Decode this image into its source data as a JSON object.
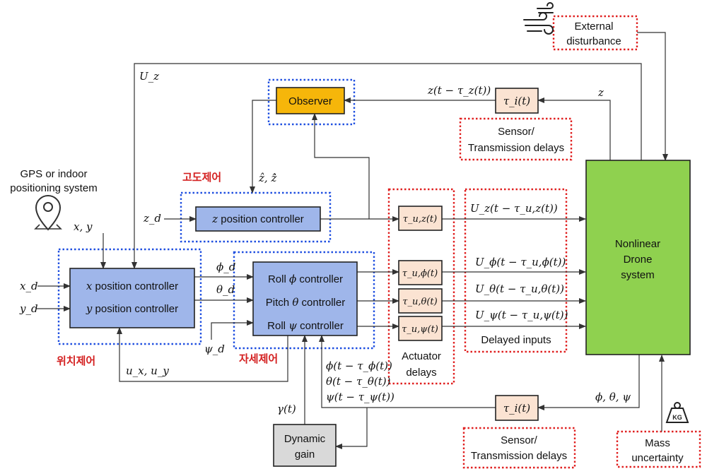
{
  "gps": {
    "line1": "GPS or indoor",
    "line2": "positioning system",
    "signal": "x, y"
  },
  "external": {
    "line1": "External",
    "line2": "disturbance"
  },
  "mass": {
    "line1": "Mass",
    "line2": "uncertainty",
    "kg": "KG"
  },
  "sensor_top": {
    "line1": "Sensor/",
    "line2": "Transmission delays"
  },
  "sensor_bottom": {
    "line1": "Sensor/",
    "line2": "Transmission delays"
  },
  "actuator": {
    "line1": "Actuator",
    "line2": "delays"
  },
  "delayed_inputs": "Delayed inputs",
  "korean": {
    "altitude": "고도제어",
    "position": "위치제어",
    "attitude": "자세제어"
  },
  "blocks": {
    "observer": "Observer",
    "zpos_var": "z",
    "zpos_text": " position controller",
    "xpos_var": "x",
    "xpos_text": " position controller",
    "ypos_var": "y",
    "ypos_text": " position controller",
    "roll_text": "Roll ",
    "roll_var": "ϕ",
    "roll_text2": " controller",
    "pitch_text": "Pitch ",
    "pitch_var": "θ",
    "pitch_text2": " controller",
    "yaw_text": "Roll ",
    "yaw_var": "ψ",
    "yaw_text2": " controller",
    "drone_line1": "Nonlinear",
    "drone_line2": "Drone",
    "drone_line3": "system",
    "dyn_line1": "Dynamic",
    "dyn_line2": "gain",
    "tau_i_top": "τ_i(t)",
    "tau_i_bottom": "τ_i(t)",
    "tau_uz": "τ_u,z(t)",
    "tau_uphi": "τ_u,ϕ(t)",
    "tau_utheta": "τ_u,θ(t)",
    "tau_upsi": "τ_u,ψ(t)"
  },
  "signals": {
    "Uz": "U_z",
    "z_delay": "z(t − τ_z(t))",
    "z": "z",
    "zhat": "ẑ, ż̂",
    "zd": "z_d",
    "xd": "x_d",
    "yd": "y_d",
    "phid": "ϕ_d",
    "thetad": "θ_d",
    "psid": "ψ_d",
    "uxuy": "u_x, u_y",
    "Uz_out": "U_z(t − τ_u,z(t))",
    "Uphi_out": "U_ϕ(t − τ_u,ϕ(t))",
    "Utheta_out": "U_θ(t − τ_u,θ(t))",
    "Upsi_out": "U_ψ(t − τ_u,ψ(t))",
    "phi_fb": "ϕ(t − τ_ϕ(t))",
    "theta_fb": "θ(t − τ_θ(t))",
    "psi_fb": "ψ(t − τ_ψ(t))",
    "gamma": "γ(t)",
    "angles": "ϕ, θ, ψ"
  },
  "colors": {
    "blue_block": "#9fb6ea",
    "green_block": "#8fd14f",
    "orange_block": "#f6b60a",
    "delay_block": "#fbe3d2",
    "dashed_red": "#e02020",
    "dashed_blue": "#1f4fe0"
  }
}
